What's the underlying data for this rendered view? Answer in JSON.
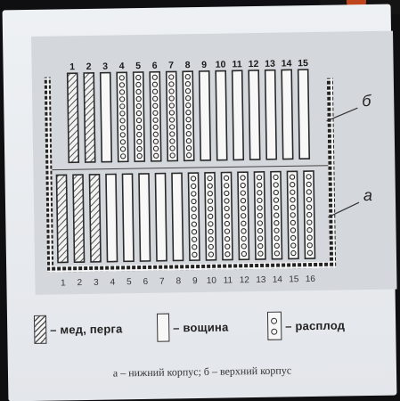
{
  "top_frame_numbers": [
    "1",
    "2",
    "3",
    "4",
    "5",
    "6",
    "7",
    "8",
    "9",
    "10",
    "11",
    "12",
    "13",
    "14",
    "15"
  ],
  "bottom_frame_numbers": [
    "1",
    "2",
    "3",
    "4",
    "5",
    "6",
    "7",
    "8",
    "9",
    "10",
    "11",
    "12",
    "13",
    "14",
    "15",
    "16"
  ],
  "upper_frames": [
    "honey",
    "honey",
    "comb",
    "brood",
    "brood",
    "brood",
    "brood",
    "brood",
    "comb",
    "comb",
    "comb",
    "comb",
    "comb",
    "comb",
    "comb"
  ],
  "lower_frames": [
    "honey",
    "honey",
    "honey",
    "comb",
    "comb",
    "comb",
    "comb",
    "comb",
    "brood",
    "brood",
    "brood",
    "brood",
    "brood",
    "brood",
    "brood",
    "brood"
  ],
  "labels": {
    "upper": "б",
    "lower": "а"
  },
  "legend": {
    "honey": "– мед, перга",
    "comb": "– вощина",
    "brood": "– расплод"
  },
  "caption": "а – нижний корпус; б – верхний корпус"
}
